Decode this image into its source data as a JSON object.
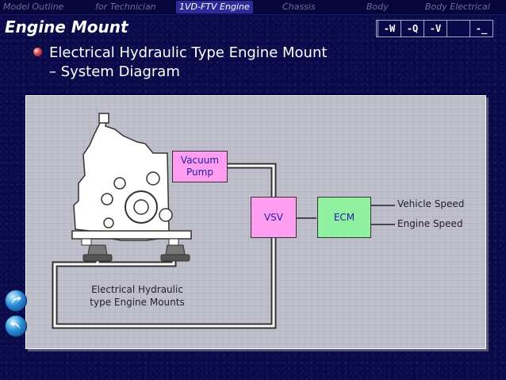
{
  "nav": {
    "tabs": [
      {
        "label": "Model Outline",
        "active": false
      },
      {
        "label": "for Technician",
        "active": false
      },
      {
        "label": "1VD-FTV Engine",
        "active": true
      },
      {
        "label": "Chassis",
        "active": false
      },
      {
        "label": "Body",
        "active": false
      },
      {
        "label": "Body Electrical",
        "active": false
      }
    ]
  },
  "header": {
    "title": "Engine Mount",
    "buttons": [
      "",
      "-W",
      "-Q",
      "-V",
      "",
      "-_"
    ]
  },
  "content": {
    "heading_line1": "Electrical Hydraulic Type Engine Mount",
    "heading_line2": "– System Diagram"
  },
  "diagram": {
    "vacuum_pump_line1": "Vacuum",
    "vacuum_pump_line2": "Pump",
    "vsv": "VSV",
    "ecm": "ECM",
    "vehicle_speed": "Vehicle Speed",
    "engine_speed": "Engine Speed",
    "mounts_line1": "Electrical Hydraulic",
    "mounts_line2": "type Engine Mounts",
    "colors": {
      "vacuum_pump_fill": "#ff9ef0",
      "vsv_fill": "#ff9ef0",
      "ecm_fill": "#8ff0a0",
      "pipe": "#ffffff",
      "engine": "#ffffff"
    }
  },
  "side_buttons": [
    {
      "icon": "arrow-forward-icon"
    },
    {
      "icon": "arrow-back-icon"
    }
  ]
}
